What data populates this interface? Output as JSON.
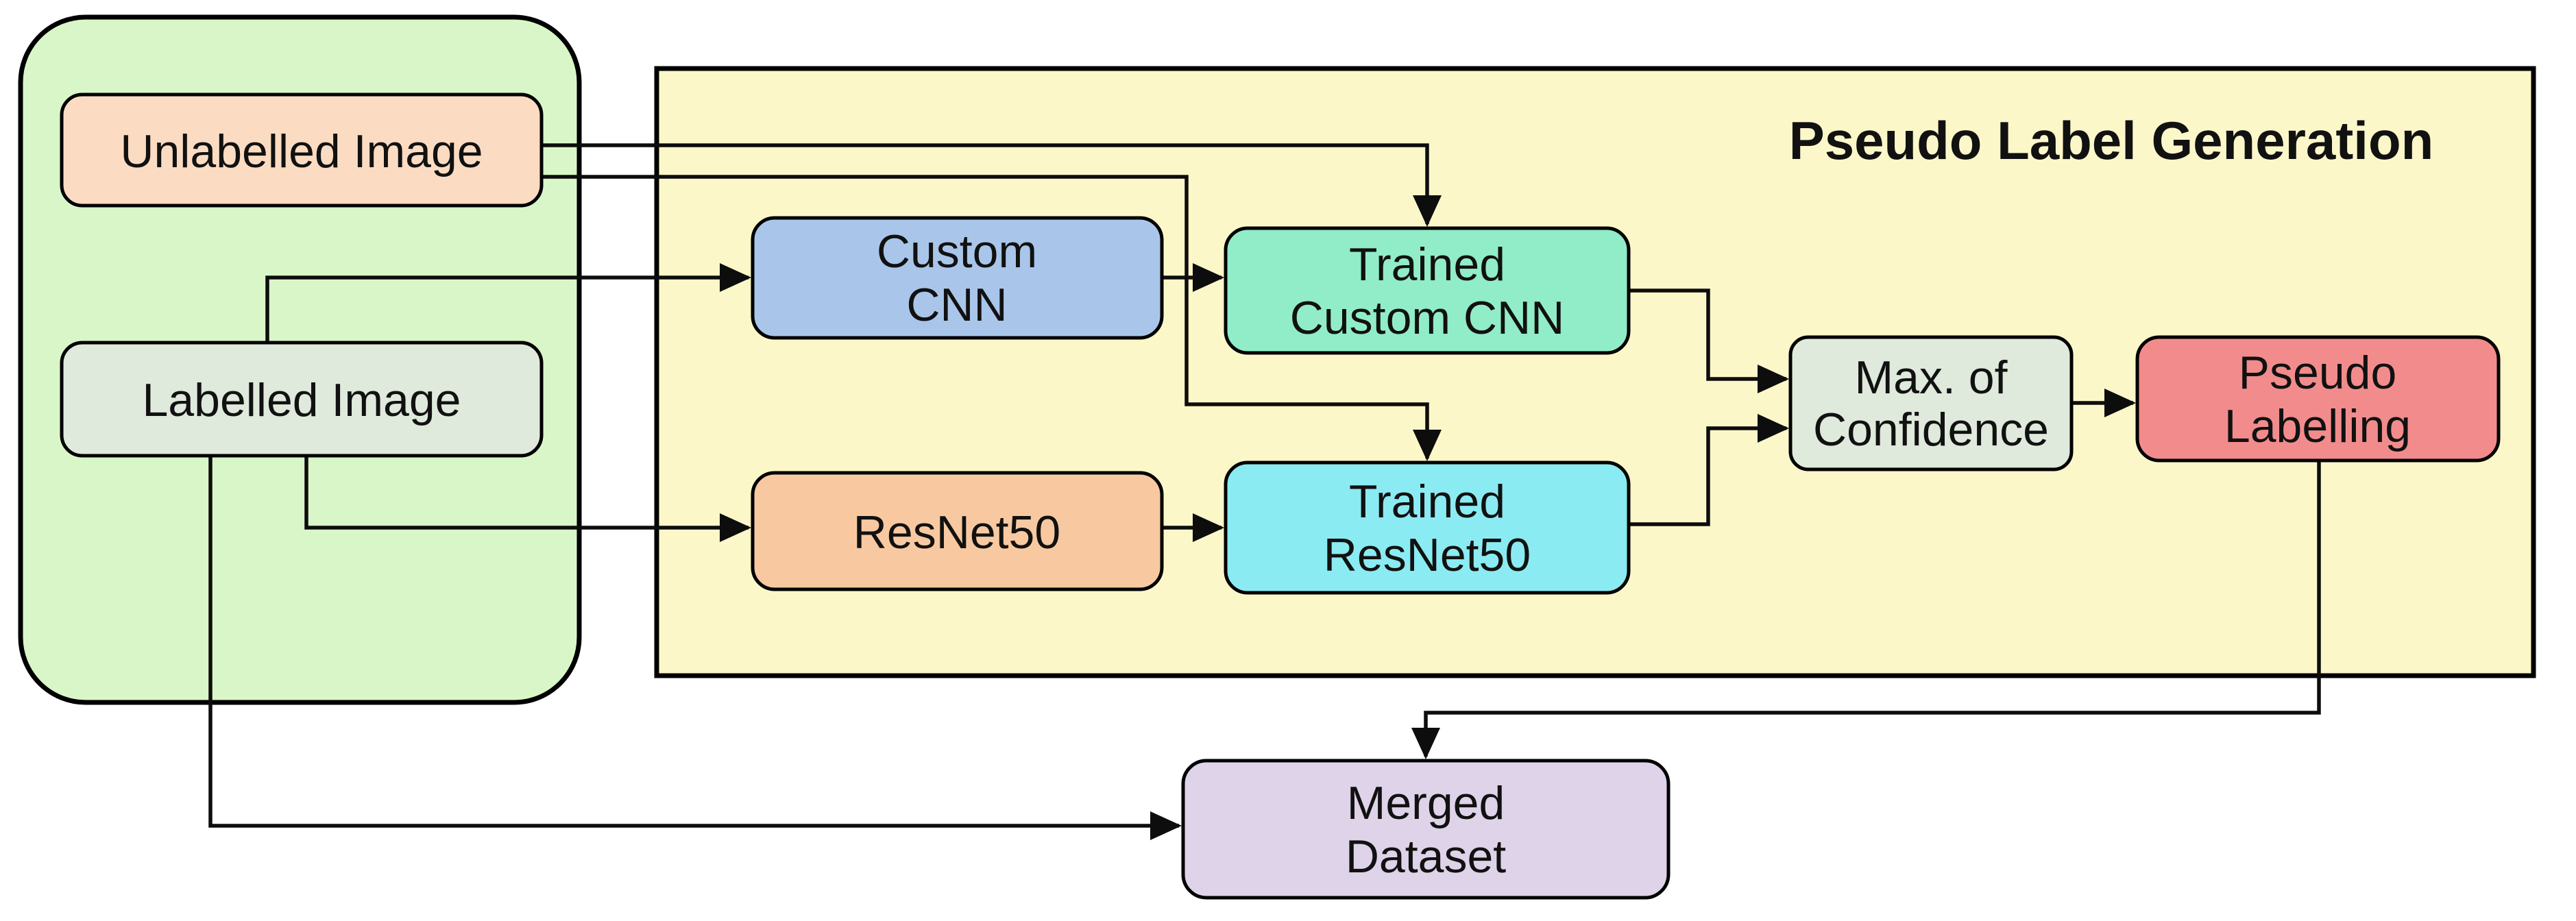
{
  "diagram": {
    "title": "Pseudo Label Generation",
    "background": "#ffffff",
    "line_color": "#0d0d0d",
    "text_color": "#111111",
    "border_color": "#000000",
    "containers": {
      "inputs_group": {
        "fill": "#d9f6c8"
      },
      "pseudo_label_generation": {
        "label": "Pseudo Label Generation",
        "fill": "#fcf7c9"
      }
    },
    "nodes": {
      "unlabelled_image": {
        "label": "Unlabelled Image",
        "fill": "#fbdcc2"
      },
      "labelled_image": {
        "label": "Labelled Image",
        "fill": "#dfe9dc"
      },
      "custom_cnn": {
        "lines": [
          "Custom",
          "CNN"
        ],
        "fill": "#a9c6ea"
      },
      "trained_custom_cnn": {
        "lines": [
          "Trained",
          "Custom CNN"
        ],
        "fill": "#91edc7"
      },
      "resnet50": {
        "label": "ResNet50",
        "fill": "#f8c9a0"
      },
      "trained_resnet50": {
        "lines": [
          "Trained",
          "ResNet50"
        ],
        "fill": "#8bebf2"
      },
      "max_confidence": {
        "lines": [
          "Max. of",
          "Confidence"
        ],
        "fill": "#dfe9dc"
      },
      "pseudo_labelling": {
        "lines": [
          "Pseudo",
          "Labelling"
        ],
        "fill": "#f28c8c"
      },
      "merged_dataset": {
        "lines": [
          "Merged",
          "Dataset"
        ],
        "fill": "#ded3e8"
      }
    },
    "edges": [
      {
        "from": "unlabelled_image",
        "to": "trained_custom_cnn"
      },
      {
        "from": "unlabelled_image",
        "to": "trained_resnet50"
      },
      {
        "from": "labelled_image",
        "to": "custom_cnn"
      },
      {
        "from": "labelled_image",
        "to": "resnet50"
      },
      {
        "from": "labelled_image",
        "to": "merged_dataset"
      },
      {
        "from": "custom_cnn",
        "to": "trained_custom_cnn"
      },
      {
        "from": "resnet50",
        "to": "trained_resnet50"
      },
      {
        "from": "trained_custom_cnn",
        "to": "max_confidence"
      },
      {
        "from": "trained_resnet50",
        "to": "max_confidence"
      },
      {
        "from": "max_confidence",
        "to": "pseudo_labelling"
      },
      {
        "from": "pseudo_labelling",
        "to": "merged_dataset"
      }
    ]
  }
}
